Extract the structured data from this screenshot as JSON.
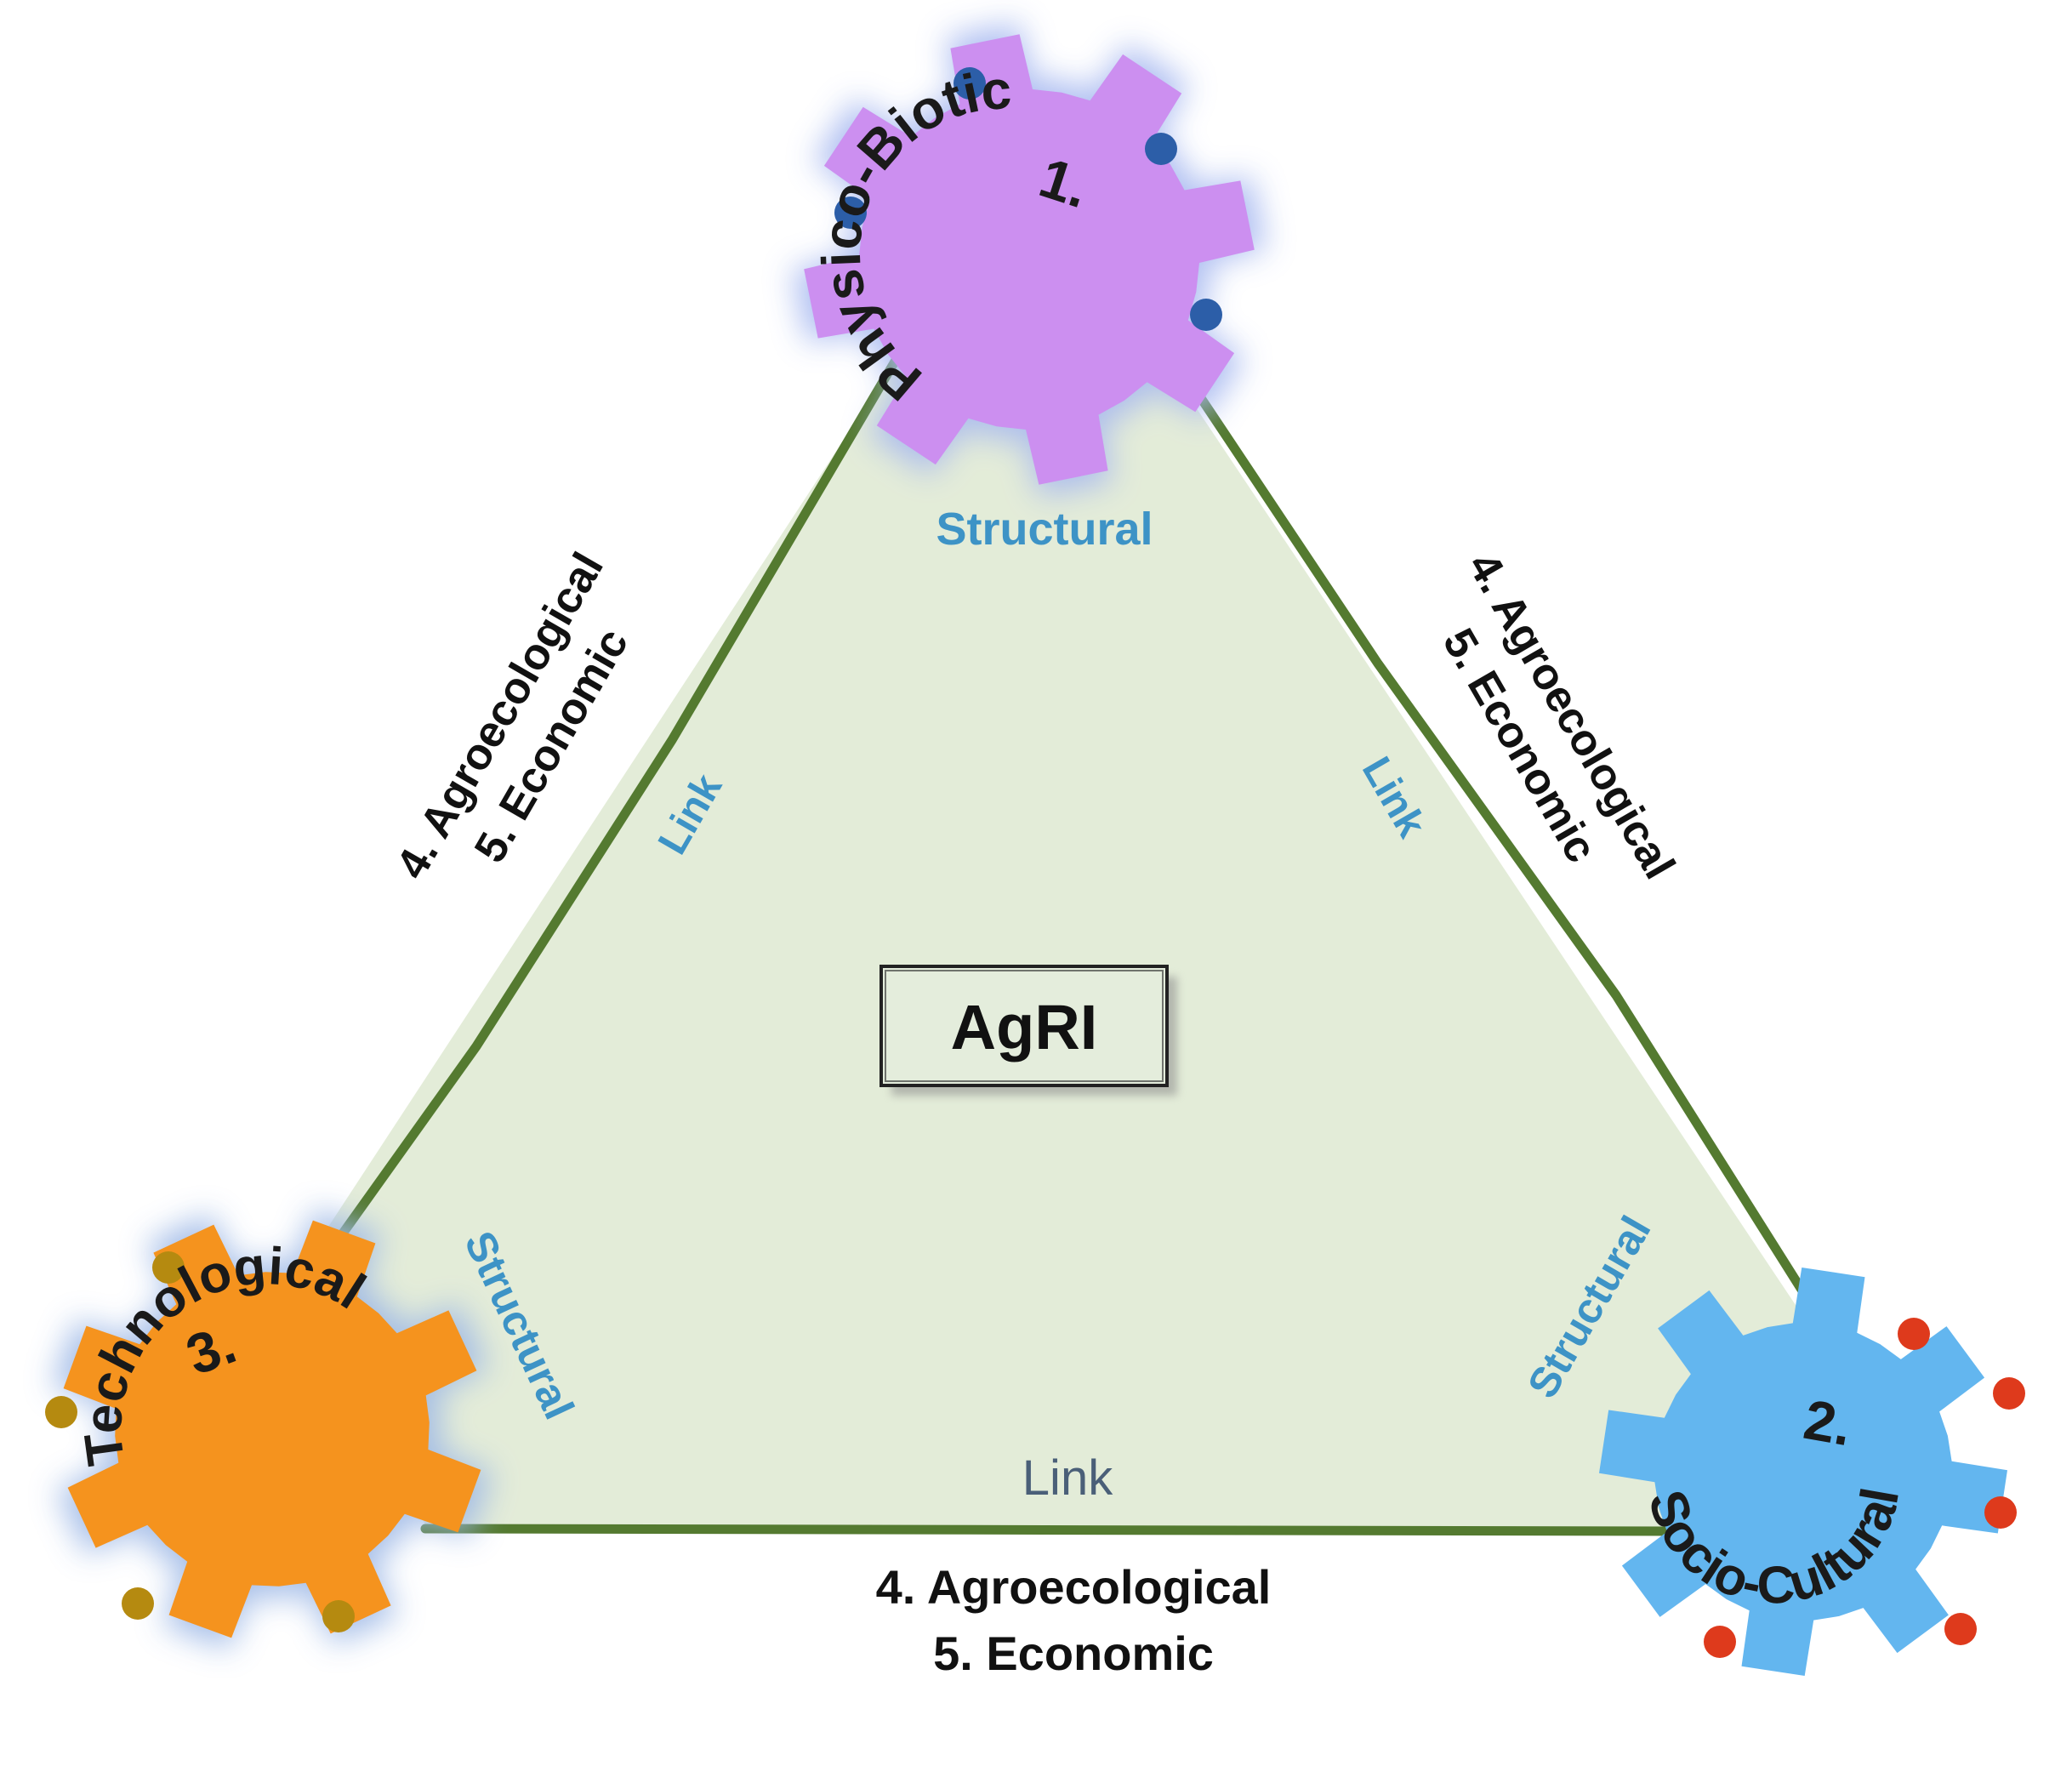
{
  "center_label": "AgRI",
  "colors": {
    "triangle_fill": "#e3ecd8",
    "triangle_stroke": "#547a30",
    "physico_gear": "#cc8ff0",
    "physico_glow": "#a7b9f0",
    "physico_dots": "#2c5ea8",
    "socio_gear": "#63b6ef",
    "socio_dots": "#de3a1c",
    "techno_gear": "#f5931e",
    "techno_glow": "#9fb9e6",
    "techno_dots": "#b58a10",
    "label_blue": "#3d93c6"
  },
  "nodes": {
    "physico": {
      "number": "1.",
      "name": "Physico-Biotic"
    },
    "socio": {
      "number": "2.",
      "name": "Socio-Cultural"
    },
    "techno": {
      "number": "3.",
      "name": "Technological"
    }
  },
  "edges": {
    "left": {
      "line1": "4. Agroecological",
      "line2": "5. Economic",
      "link": "Link"
    },
    "right": {
      "line1": "4. Agroecological",
      "line2": "5. Economic",
      "link": "Link"
    },
    "bottom": {
      "line1": "4. Agroecological",
      "line2": "5. Economic",
      "link": "Link"
    }
  },
  "structural_labels": {
    "top": "Structural",
    "left": "Structural",
    "right": "Structural"
  }
}
